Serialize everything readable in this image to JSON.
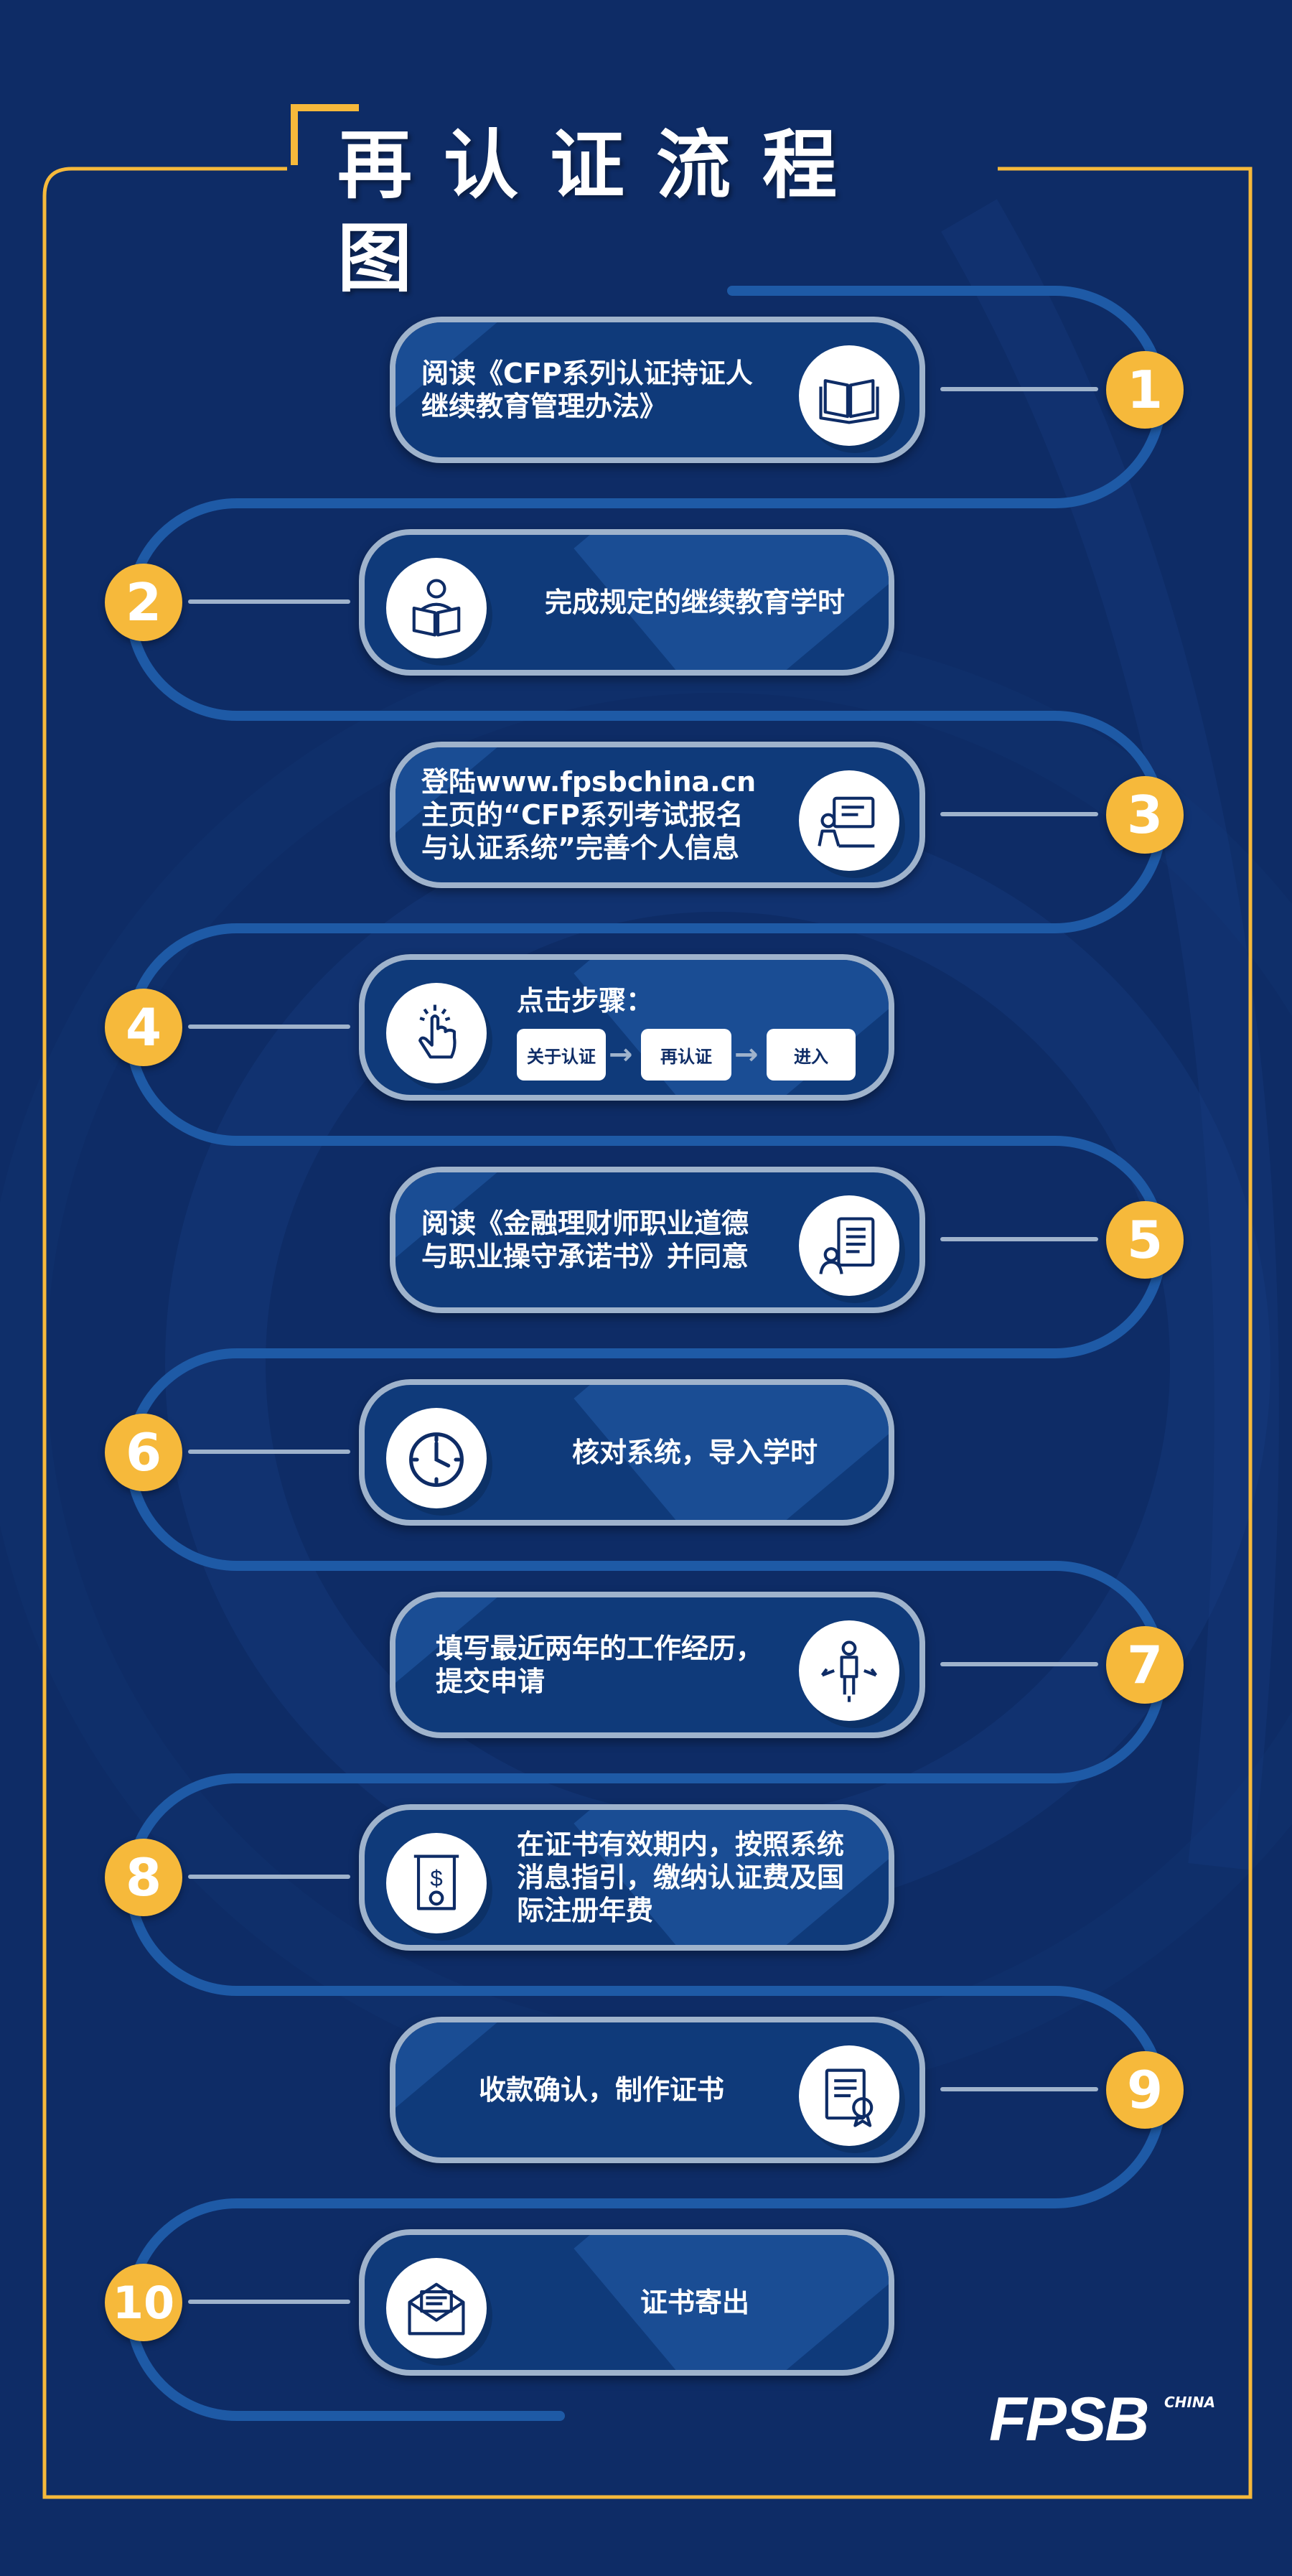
{
  "title": "再认证流程图",
  "steps": [
    {
      "number": "1",
      "text": "阅读《CFP系列认证持证人\n继续教育管理办法》",
      "icon": "book-icon"
    },
    {
      "number": "2",
      "text": "完成规定的继续教育学时",
      "icon": "reader-icon"
    },
    {
      "number": "3",
      "text": "登陆www.fpsbchina.cn\n主页的“CFP系列考试报名\n与认证系统”完善个人信息",
      "icon": "computer-user-icon"
    },
    {
      "number": "4",
      "text": "点击步骤：",
      "icon": "tap-hand-icon",
      "sub_steps": [
        "关于认证",
        "再认证",
        "进入"
      ]
    },
    {
      "number": "5",
      "text": "阅读《金融理财师职业道德\n与职业操守承诺书》并同意",
      "icon": "document-person-icon"
    },
    {
      "number": "6",
      "text": "核对系统，导入学时",
      "icon": "clock-icon"
    },
    {
      "number": "7",
      "text": "填写最近两年的工作经历，\n提交申请",
      "icon": "person-arrows-icon"
    },
    {
      "number": "8",
      "text": "在证书有效期内，按照系统\n消息指引，缴纳认证费及国\n际注册年费",
      "icon": "fee-document-icon"
    },
    {
      "number": "9",
      "text": "收款确认，制作证书",
      "icon": "certificate-icon"
    },
    {
      "number": "10",
      "text": "证书寄出",
      "icon": "envelope-icon"
    }
  ],
  "logo": {
    "main": "FPSB",
    "sub": "CHINA"
  },
  "colors": {
    "background": "#0e2c66",
    "accent": "#f6b93b",
    "frame": "#f6b93b",
    "card": "#0f3a7a",
    "card_border": "#9fb3cc"
  }
}
